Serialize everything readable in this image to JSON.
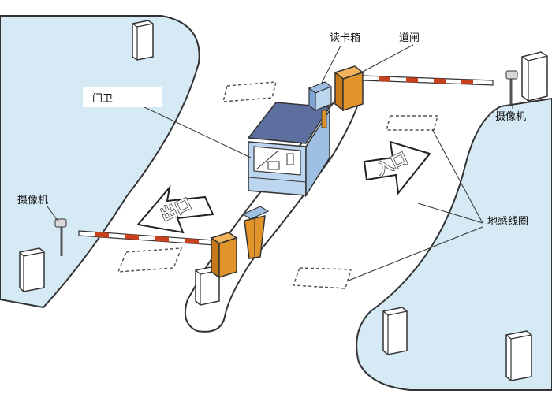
{
  "labels": {
    "guard_booth": "门卫",
    "card_reader": "读卡箱",
    "barrier_gate": "道闸",
    "camera_right": "摄像机",
    "camera_left": "摄像机",
    "loop_detector": "地感线圈"
  },
  "lane_arrows": {
    "exit": "出口",
    "entry": "入口"
  },
  "colors": {
    "ground": "#d6eaf6",
    "road": "#ffffff",
    "kerb": "#333333",
    "booth_roof": "#5c6f9e",
    "booth_body": "#bcd6f0",
    "gate_post": "#e0942a",
    "barrier_red": "#c8421e"
  }
}
